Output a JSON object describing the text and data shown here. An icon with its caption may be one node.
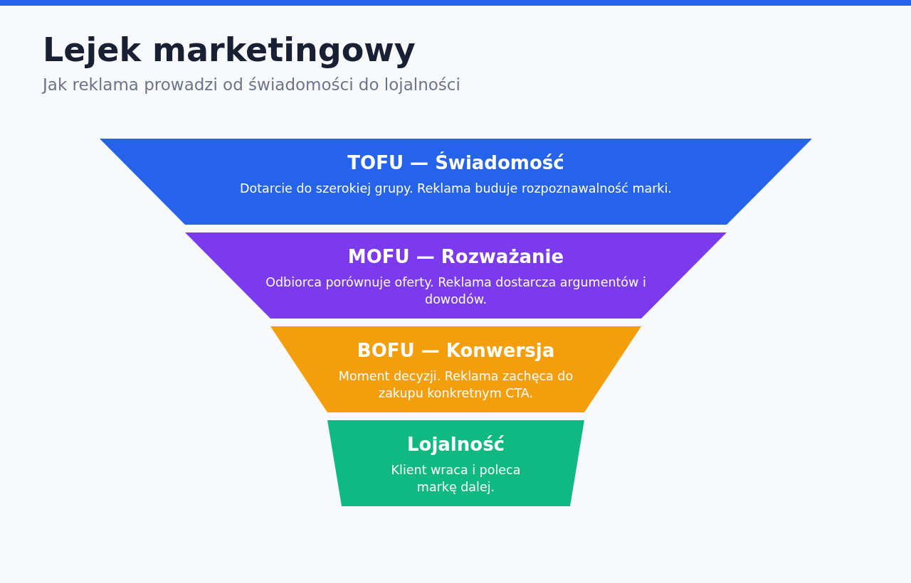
{
  "diagram": {
    "title": "Lejek marketingowy",
    "nodes": [
      {
        "text": [
          "TOFU — Świadomość",
          "Dotarcie do szerokiej grupy. Reklama buduje rozpoznawalność marki."
        ]
      },
      {
        "text": [
          "MOFU — Rozważanie",
          "Odbiorca porównuje oferty. Reklama dostarcza argumentów i dowodów."
        ]
      },
      {
        "text": [
          "BOFU — Konwersja",
          "Moment decyzji. Reklama zachęca do zakupu konkretnym CTA."
        ]
      },
      {
        "text": [
          "Lojalność",
          "Klient wraca i poleca markę dalej."
        ]
      }
    ],
    "labels": [
      "Jak reklama prowadzi od świadomości do lojalności"
    ]
  }
}
